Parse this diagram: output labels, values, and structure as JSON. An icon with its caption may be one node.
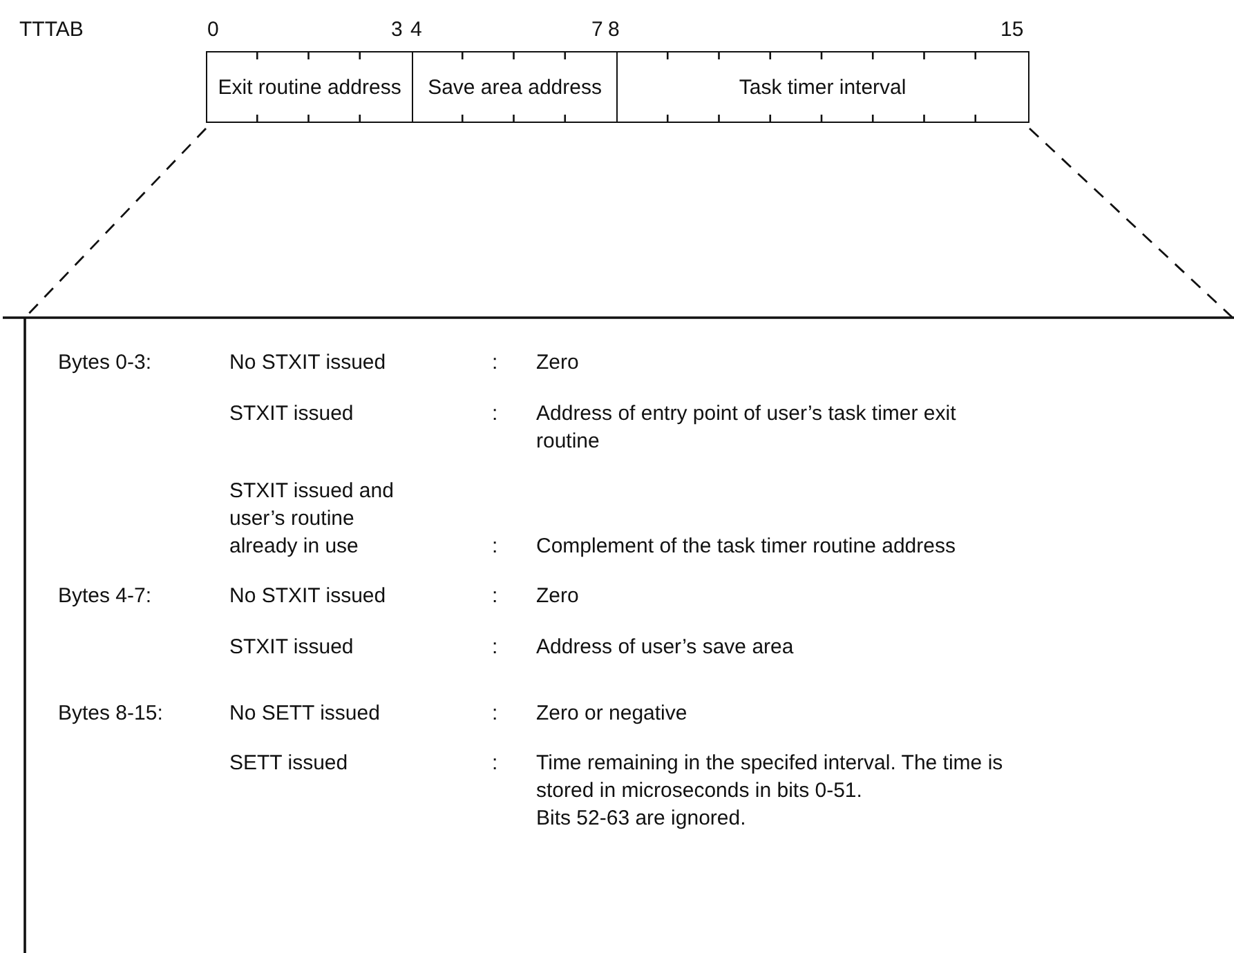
{
  "diagram": {
    "nodes": [
      {
        "text": [
          "Exit routine address"
        ]
      },
      {
        "text": [
          "Save area address"
        ]
      },
      {
        "text": [
          "Task timer interval"
        ]
      }
    ],
    "labels": [
      "TTTAB",
      "0",
      "3",
      "4",
      "7",
      "8",
      "15",
      "Bytes 0-3:",
      "No STXIT issued",
      ":",
      "Zero",
      "STXIT issued",
      ":",
      "Address of entry point of user’s task timer exit routine",
      "STXIT issued and user’s routine already in use",
      ":",
      "Complement of the task timer routine address",
      "Bytes 4-7:",
      "No STXIT issued",
      ":",
      "Zero",
      "STXIT issued",
      ":",
      "Address of user’s save area",
      "Bytes 8-15:",
      "No SETT issued",
      ":",
      "Zero or negative",
      "SETT issued",
      ":",
      "Time remaining in the specifed interval. The time is stored in microseconds in bits 0-51.",
      "Bits 52-63 are ignored."
    ]
  }
}
